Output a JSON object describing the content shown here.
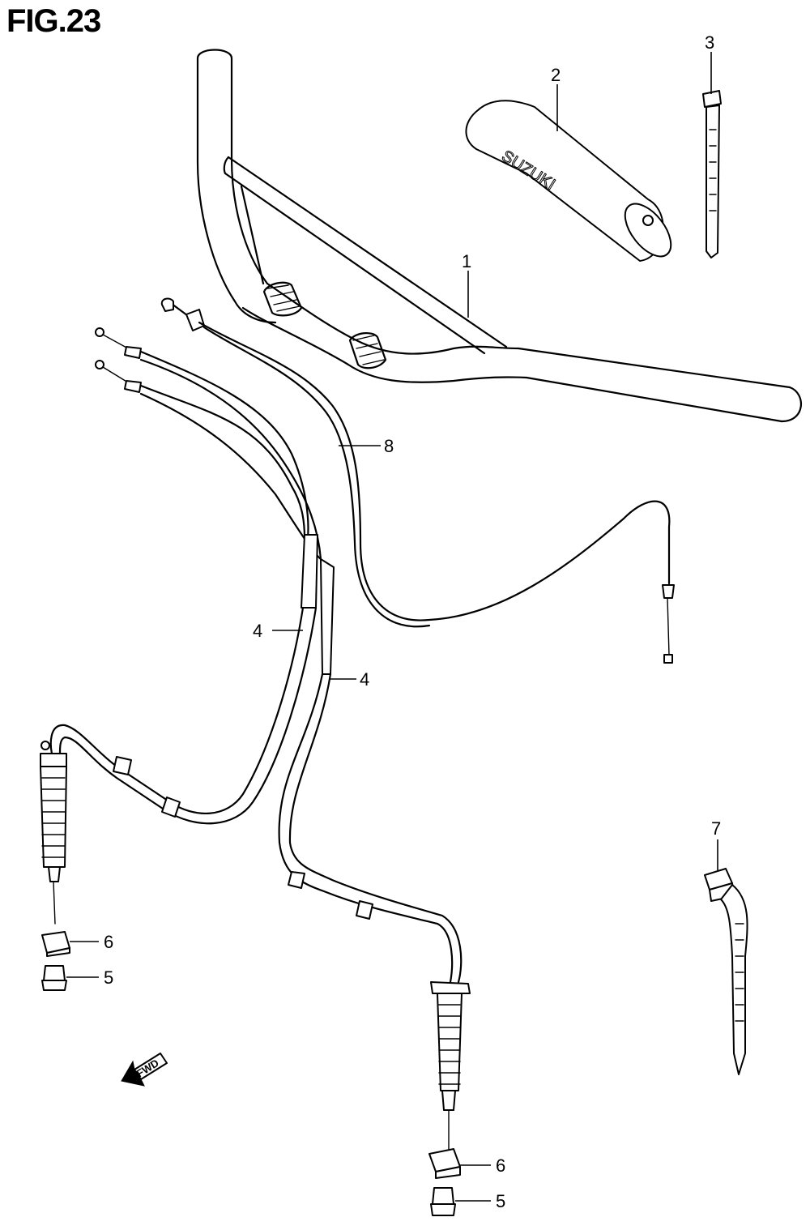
{
  "figure": {
    "title": "FIG.23"
  },
  "callouts": [
    {
      "name": "callout-1",
      "label": "1"
    },
    {
      "name": "callout-2",
      "label": "2"
    },
    {
      "name": "callout-3",
      "label": "3"
    },
    {
      "name": "callout-4a",
      "label": "4"
    },
    {
      "name": "callout-4b",
      "label": "4"
    },
    {
      "name": "callout-5a",
      "label": "5"
    },
    {
      "name": "callout-5b",
      "label": "5"
    },
    {
      "name": "callout-6a",
      "label": "6"
    },
    {
      "name": "callout-6b",
      "label": "6"
    },
    {
      "name": "callout-7",
      "label": "7"
    },
    {
      "name": "callout-8",
      "label": "8"
    }
  ],
  "handlebar_pad": {
    "brand_text": "SUZUKI"
  },
  "direction": {
    "label": "FWD"
  }
}
